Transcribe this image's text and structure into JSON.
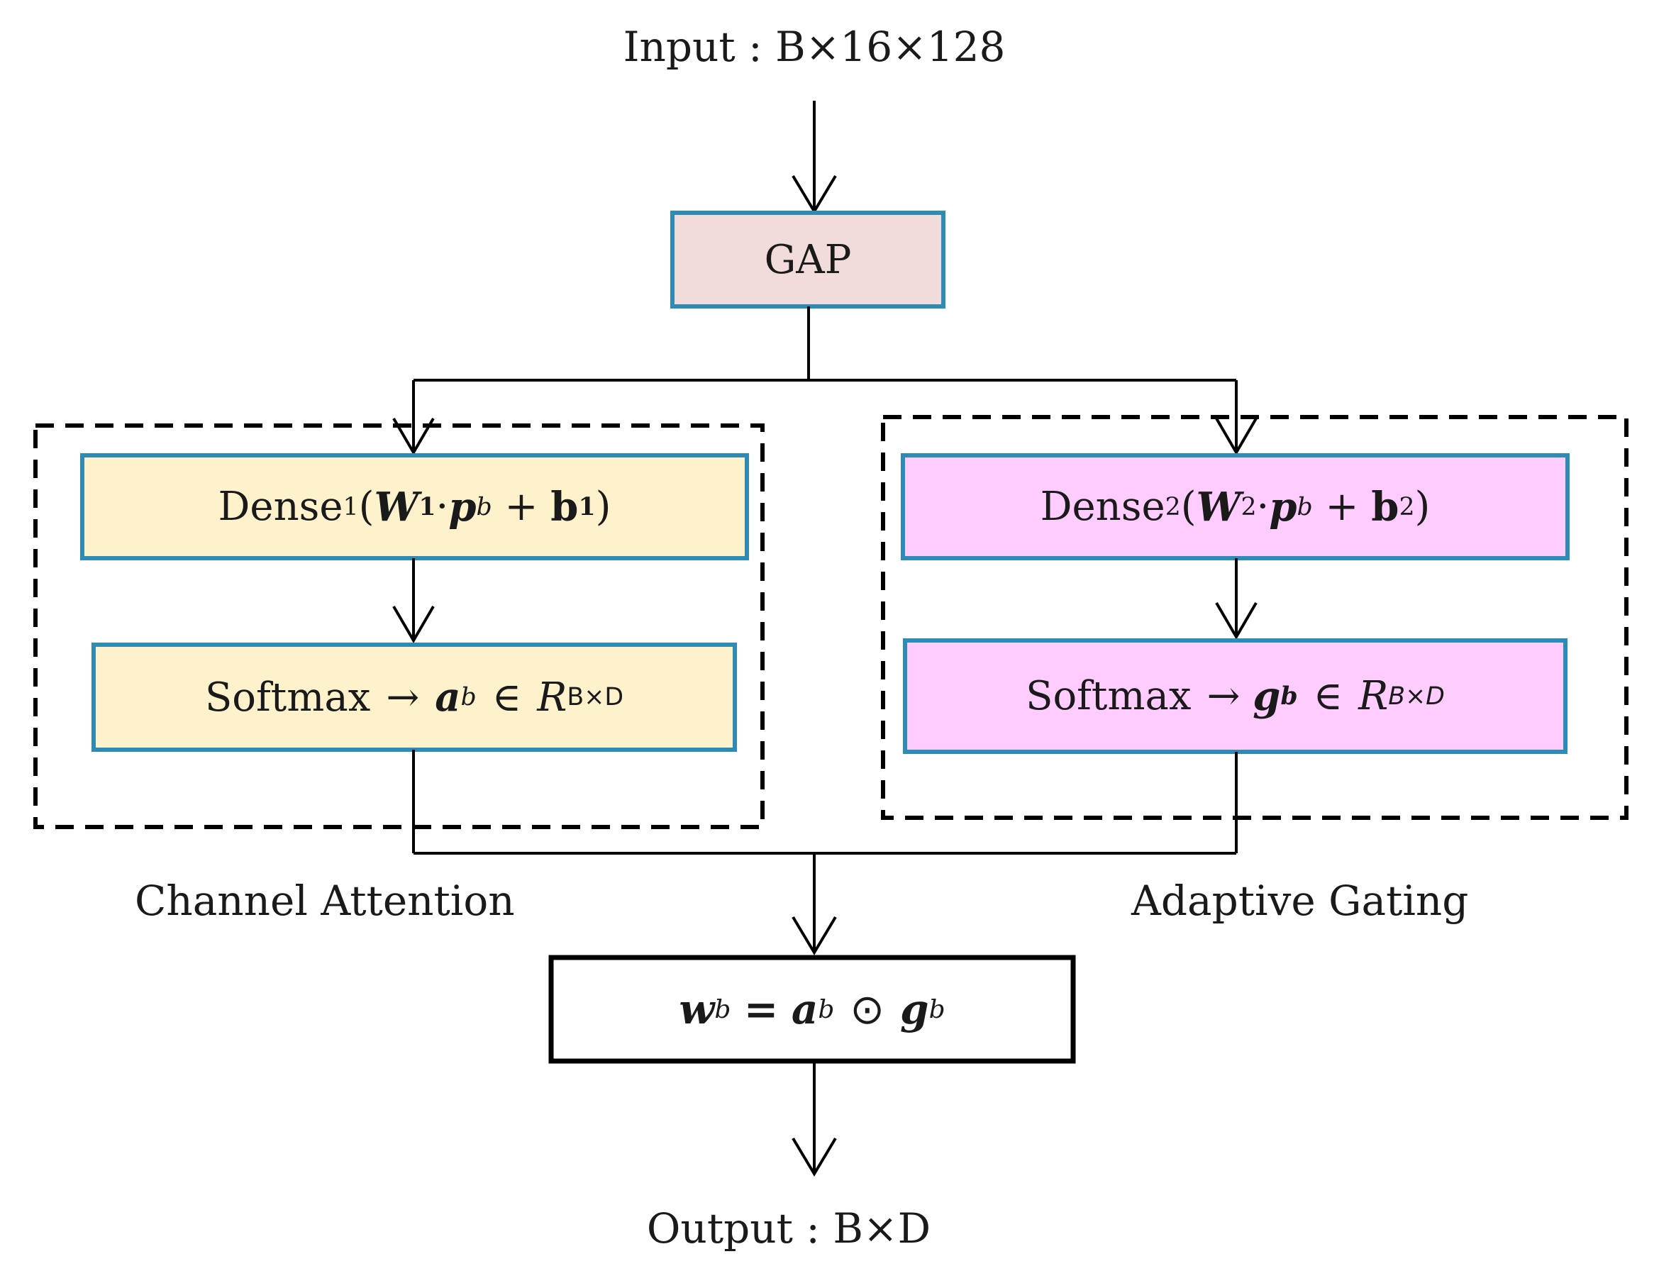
{
  "title_input": "Input : B×16×128",
  "title_output": "Output : B×D",
  "gap": {
    "label": "GAP",
    "fill": "#f2dcdb",
    "border": "#2e8bb5"
  },
  "channel_attention": {
    "group_label": "Channel Attention",
    "fill": "#fef2cc",
    "border": "#2e8bb5",
    "dense": {
      "prefix": "Dense",
      "index": "1",
      "weight": "W",
      "weight_sub": "1",
      "dot": "·",
      "input": "p",
      "input_sub": "b",
      "plus": "+",
      "bias": "b",
      "bias_sub": "1",
      "open": "(",
      "close": ")"
    },
    "softmax": {
      "label": "Softmax",
      "arrow": "→",
      "out": "a",
      "out_sub": "b",
      "in": "∈",
      "space": "R",
      "space_sup": "B×D"
    }
  },
  "adaptive_gating": {
    "group_label": "Adaptive Gating",
    "fill": "#ffccff",
    "border": "#2e8bb5",
    "dense": {
      "prefix": "Dense",
      "index": "2",
      "weight": "W",
      "weight_sub": "2",
      "dot": "·",
      "input": "p",
      "input_sub": "b",
      "plus": "+",
      "bias": "b",
      "bias_sub": "2",
      "open": "(",
      "close": ")"
    },
    "softmax": {
      "label": "Softmax",
      "arrow": "→",
      "out": "g",
      "out_sub": "b",
      "in": "∈",
      "space": "R",
      "space_sup": "B×D"
    }
  },
  "fusion": {
    "w": "w",
    "w_sub": "b",
    "eq": "=",
    "a": "a",
    "a_sub": "b",
    "op": "⊙",
    "g": "g",
    "g_sub": "b"
  }
}
